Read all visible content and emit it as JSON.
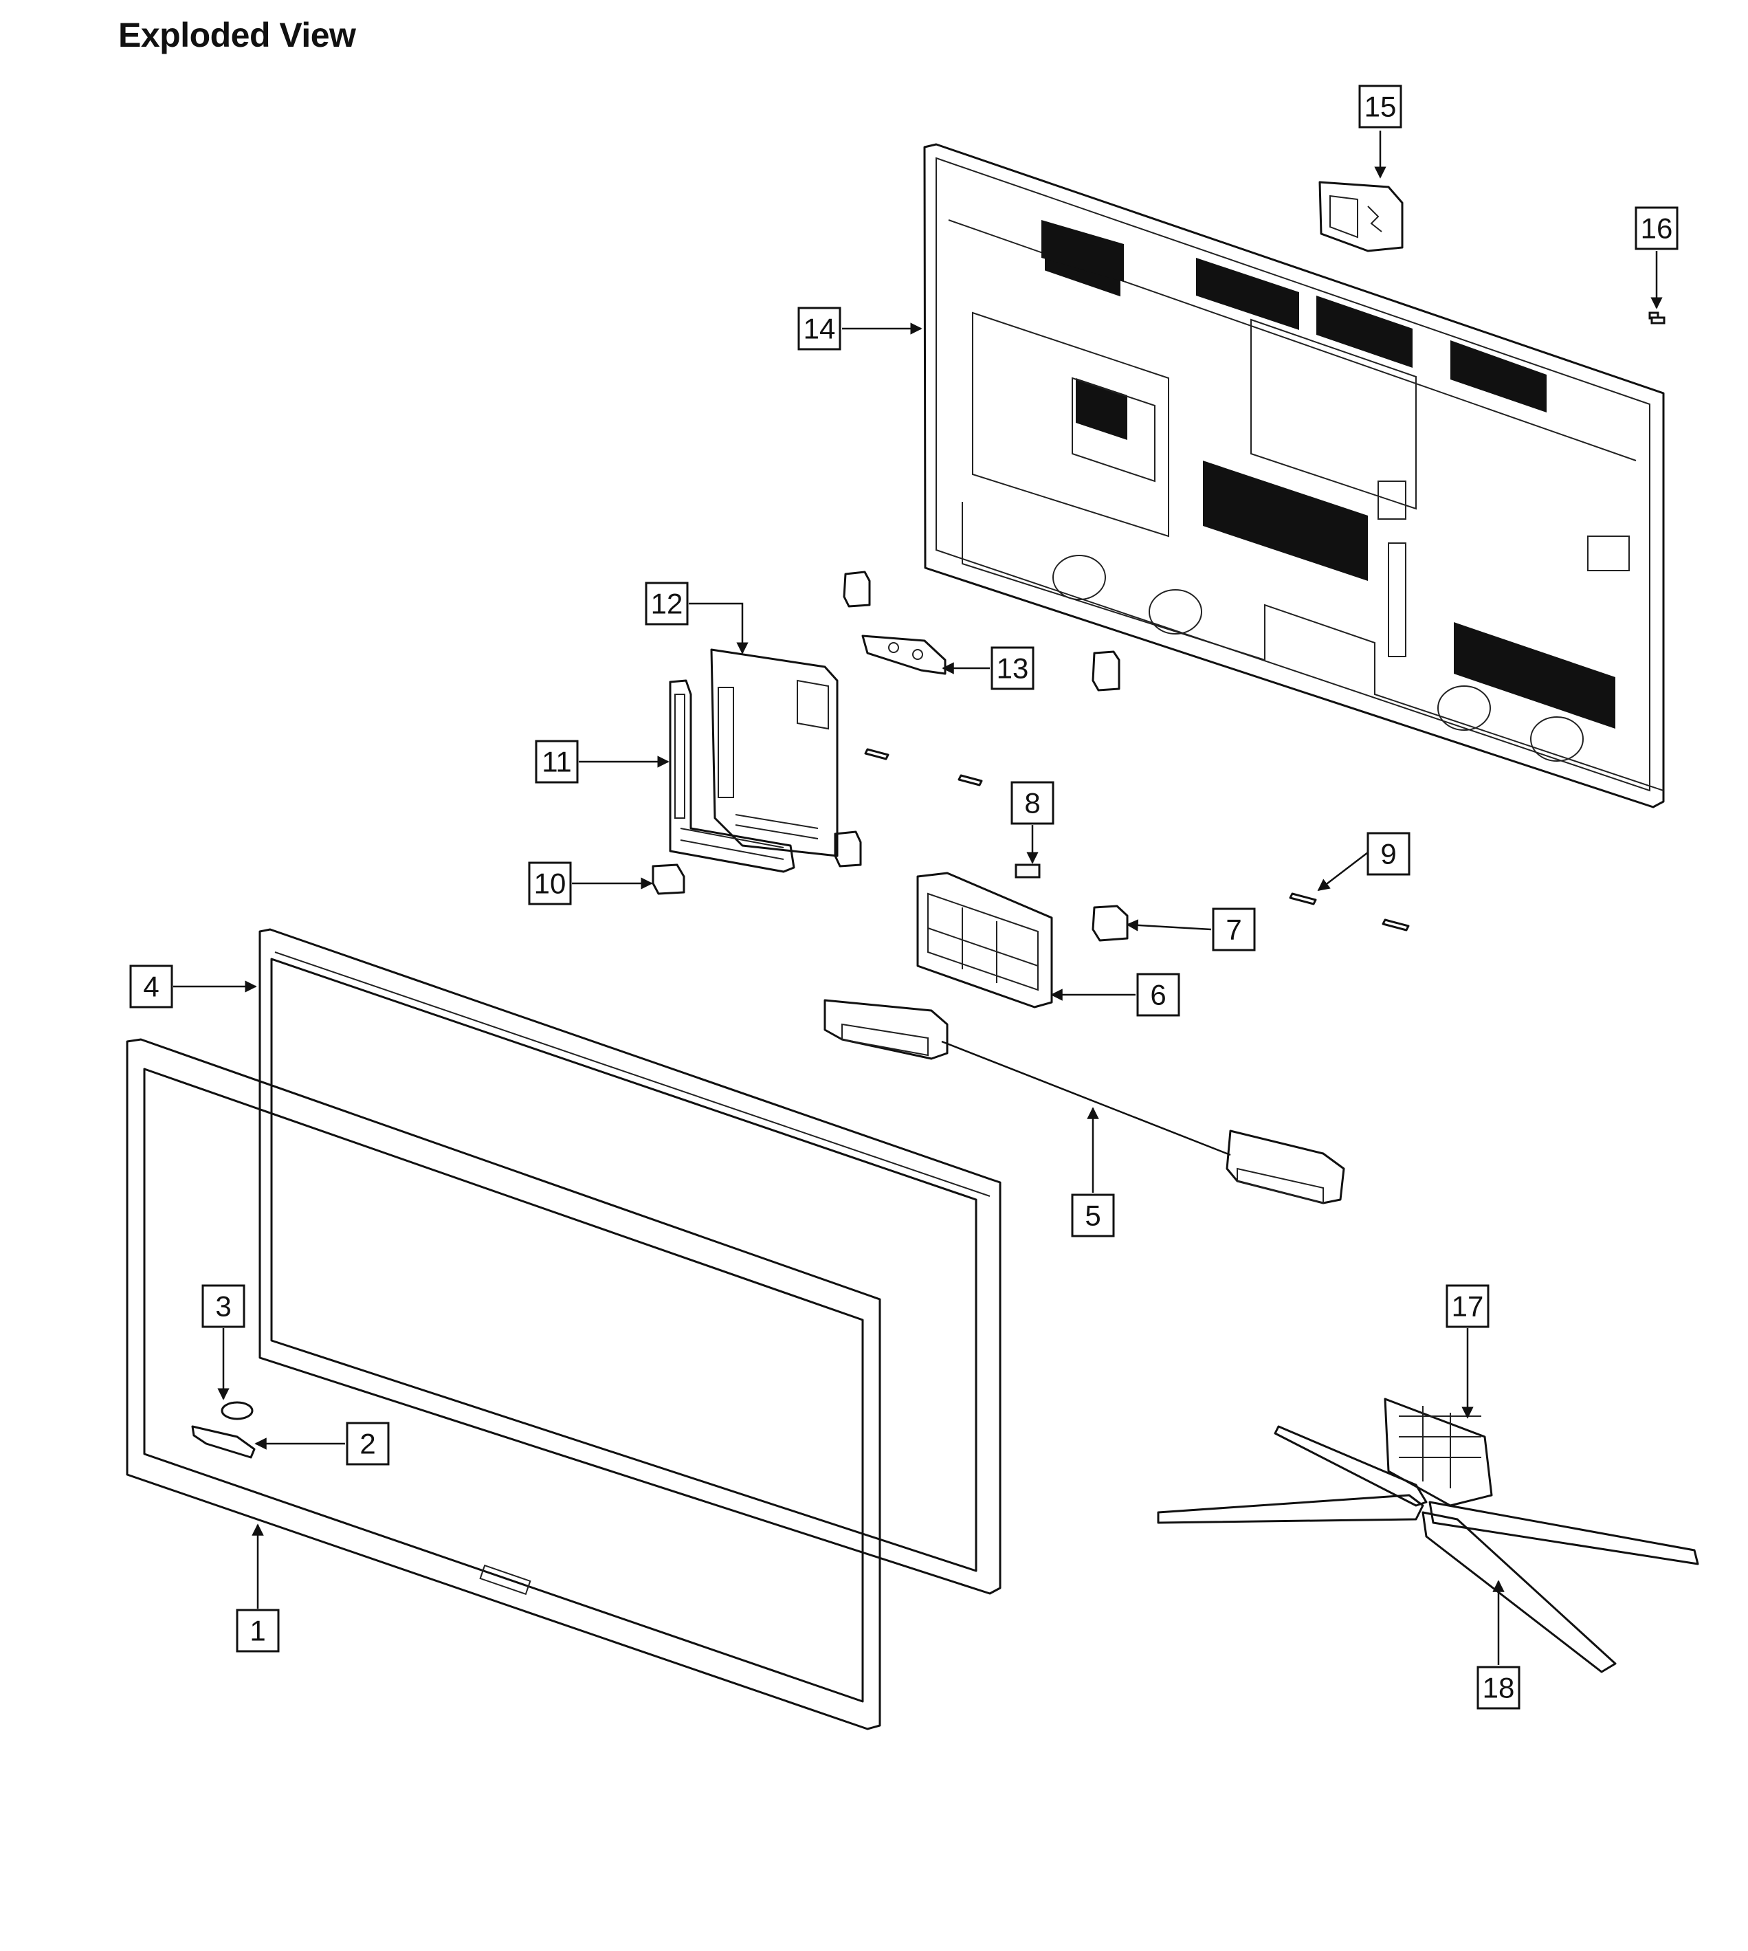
{
  "title": "Exploded View",
  "callouts": [
    "1",
    "2",
    "3",
    "4",
    "5",
    "6",
    "7",
    "8",
    "9",
    "10",
    "11",
    "12",
    "13",
    "14",
    "15",
    "16",
    "17",
    "18"
  ],
  "colors": {
    "ink": "#111111",
    "paper": "#ffffff"
  }
}
